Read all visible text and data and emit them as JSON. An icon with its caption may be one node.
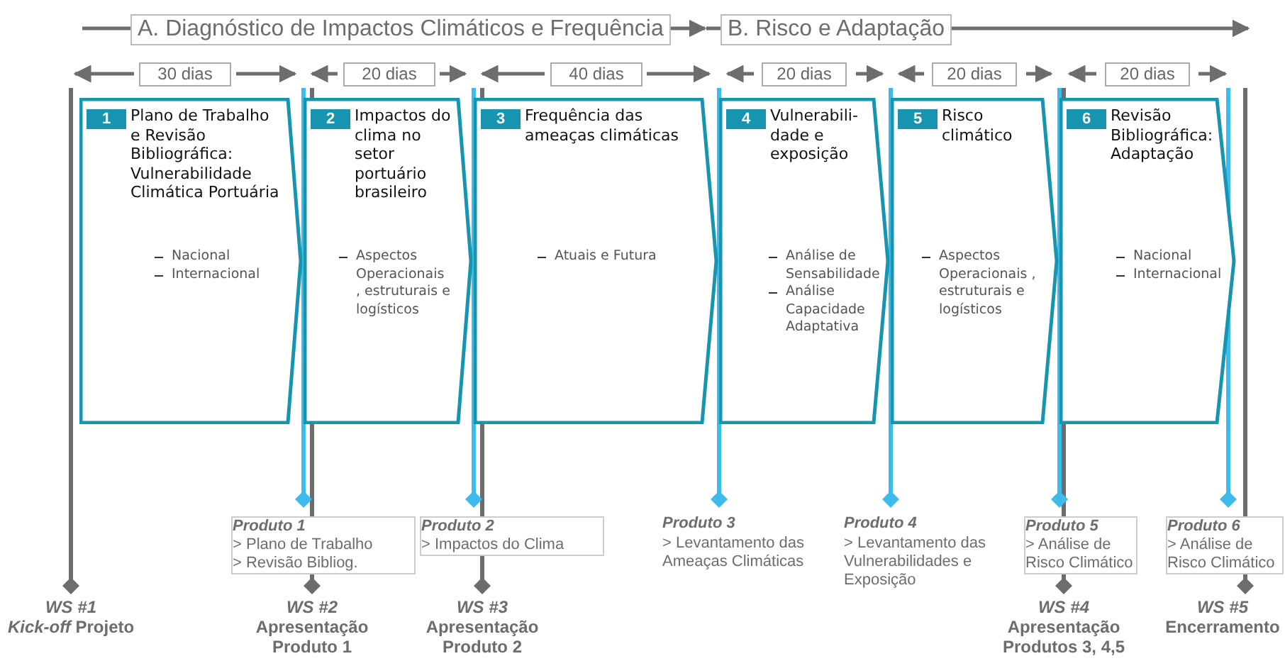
{
  "diagram": {
    "nodes": [
      {
        "text": [
          "A. Diagnóstico de Impactos Climáticos e Frequência"
        ]
      },
      {
        "text": [
          "B. Risco e Adaptação"
        ]
      },
      {
        "text": [
          "1",
          "Plano de Trabalho e Revisão Bibliográfica: Vulnerabilidade Climática Portuária",
          "Nacional",
          "Internacional"
        ],
        "beside": [
          "30 dias"
        ]
      },
      {
        "text": [
          "2",
          "Impactos do clima no setor portuário brasileiro",
          "Aspectos Operacionais , estruturais e logísticos"
        ],
        "beside": [
          "20 dias"
        ]
      },
      {
        "text": [
          "3",
          "Frequência das ameaças climáticas",
          "Atuais e Futura"
        ],
        "beside": [
          "40 dias"
        ]
      },
      {
        "text": [
          "4",
          "Vulnerabili-dade e exposição",
          "Análise de Sensabilidade",
          "Análise Capacidade Adaptativa"
        ],
        "beside": [
          "20 dias"
        ]
      },
      {
        "text": [
          "5",
          "Risco climático",
          "Aspectos Operacionais , estruturais e logísticos"
        ],
        "beside": [
          "20 dias"
        ]
      },
      {
        "text": [
          "6",
          "Revisão Bibliográfica: Adaptação",
          "Nacional",
          "Internacional"
        ],
        "beside": [
          "20 dias"
        ]
      },
      {
        "text": [
          "Produto 1",
          "> Plano de Trabalho",
          "> Revisão Bibliog."
        ]
      },
      {
        "text": [
          "Produto 2",
          "> Impactos do Clima"
        ]
      },
      {
        "text": [
          "Produto 5",
          "> Análise de Risco Climático"
        ]
      },
      {
        "text": [
          "Produto 6",
          "> Análise de Risco Climático"
        ]
      }
    ],
    "labels": [
      "WS #1",
      "*Kick-off* Projeto",
      "WS #2",
      "Apresentação Produto 1",
      "WS #3",
      "Apresentação Produto 2",
      "Produto 3",
      "> Levantamento das Ameaças Climáticas",
      "Produto 4",
      "> Levantamento das Vulnerabilidades e Exposição",
      "WS #4",
      "Apresentação Produtos 3, 4,5",
      "WS #5",
      "Encerramento"
    ]
  }
}
